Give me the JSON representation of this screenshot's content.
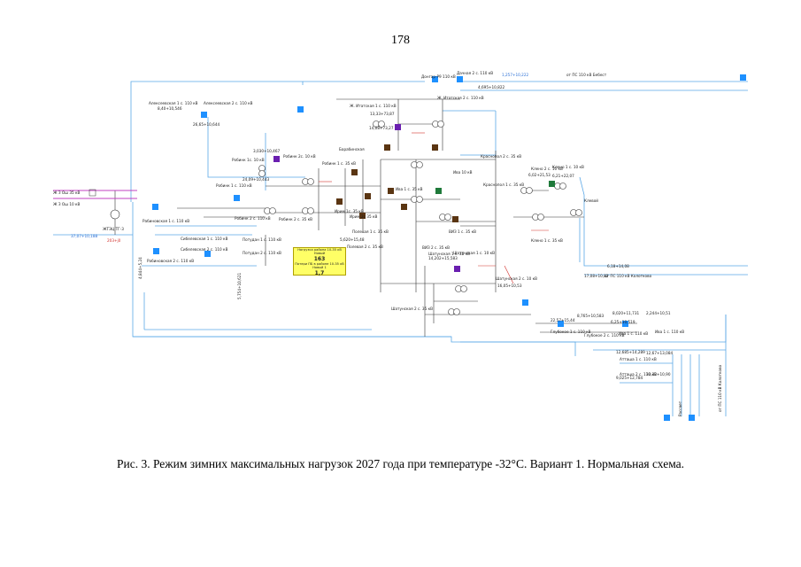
{
  "page_number": "178",
  "caption": "Рис. 3. Режим зимних максимальных нагрузок 2027 года при температуре -32°C. Вариант 1. Нормальная схема.",
  "summary_box": {
    "title": "Нагрузка района 10-35 кВ Новый",
    "value1": "163",
    "subtitle": "Потери ПБ в районе 10-35 кВ Новый 1",
    "value2": "1,7"
  },
  "labels": [
    {
      "id": "donovo-r9",
      "text": "Донгар-Р9 110 кВ"
    },
    {
      "id": "dachnaya",
      "text": "Дачная 2 с. 110 кВ"
    },
    {
      "id": "fl1",
      "text": "1,257+10,222"
    },
    {
      "id": "fl2",
      "text": "от ПС 110 кВ Бебест"
    },
    {
      "id": "fl3",
      "text": "4,695+10,822"
    },
    {
      "id": "aleks1",
      "text": "Алексеевская 1 с. 110 кВ"
    },
    {
      "id": "aleks2",
      "text": "Алексеевская 2 с. 110 кВ"
    },
    {
      "id": "fl4",
      "text": "8,40+10,546"
    },
    {
      "id": "fl5",
      "text": "26,65+10,644"
    },
    {
      "id": "it1",
      "text": "Ж. Итатская 1 с. 110 кВ"
    },
    {
      "id": "it2",
      "text": "Ж. Итатская 2 с. 110 кВ"
    },
    {
      "id": "fl6",
      "text": "13,33+73,87"
    },
    {
      "id": "fl7",
      "text": "14,08+73,27"
    },
    {
      "id": "bar",
      "text": "Барабинская"
    },
    {
      "id": "rob1",
      "text": "Робинк 1с. 10 кВ"
    },
    {
      "id": "rob2",
      "text": "Робинк 2с. 10 кВ"
    },
    {
      "id": "robk1",
      "text": "Робинк 1 с. 35 кВ"
    },
    {
      "id": "robk2",
      "text": "Робинк 2 с. 35 кВ"
    },
    {
      "id": "fl8",
      "text": "3,030+10,467"
    },
    {
      "id": "fl9",
      "text": "24,09+10,443"
    },
    {
      "id": "rob110a",
      "text": "Робинк 1 с. 110 кВ"
    },
    {
      "id": "rob110b",
      "text": "Робинк 2 с. 110 кВ"
    },
    {
      "id": "irim1",
      "text": "Ирим 1с. 35 кВ"
    },
    {
      "id": "irim2",
      "text": "Ирим 2с 35 кВ"
    },
    {
      "id": "iva35",
      "text": "Ива 1 с. 35 кВ"
    },
    {
      "id": "iva10",
      "text": "Ива 10 кВ"
    },
    {
      "id": "kraspol",
      "text": "Краснопол 2 с. 35 кВ"
    },
    {
      "id": "kraspol1",
      "text": "Краснопол 1 с. 35 кВ"
    },
    {
      "id": "klevo2",
      "text": "Клено 2 с. 10 кВ"
    },
    {
      "id": "klevo1",
      "text": "Клено 1 с. 10 кВ"
    },
    {
      "id": "klevo35",
      "text": "Клено 1 с. 35 кВ"
    },
    {
      "id": "fl10",
      "text": "6,02+21,53"
    },
    {
      "id": "fl11",
      "text": "6,21+22,07"
    },
    {
      "id": "zab",
      "text": "Ж З Ош 35 кВ"
    },
    {
      "id": "zab2",
      "text": "Ж З Ош 10 кВ"
    },
    {
      "id": "ts",
      "text": "ЖТЭЦ ТГ-3"
    },
    {
      "id": "fl12",
      "text": "37,07+10,188"
    },
    {
      "id": "fl13",
      "text": "203+j0"
    },
    {
      "id": "rabin1",
      "text": "Рабиновская 1 с. 110 кВ"
    },
    {
      "id": "rabin2",
      "text": "Рабиновская 2 с. 110 кВ"
    },
    {
      "id": "sib1",
      "text": "Сибелевская 1 с. 110 кВ"
    },
    {
      "id": "sib2",
      "text": "Сибелевская 2 с. 110 кВ"
    },
    {
      "id": "pot1",
      "text": "Потудан 1 с. 110 кВ"
    },
    {
      "id": "pot2",
      "text": "Потудан 2 с. 110 кВ"
    },
    {
      "id": "fl14",
      "text": "5,754+10,621"
    },
    {
      "id": "fl15",
      "text": "4,844+5,24"
    },
    {
      "id": "pol1",
      "text": "Полевая 1 с. 35 кВ"
    },
    {
      "id": "pol2",
      "text": "Полевая 2 с. 35 кВ"
    },
    {
      "id": "fl16",
      "text": "5,620+15,48"
    },
    {
      "id": "vi3",
      "text": "ВИЗ 1 с. 35 кВ"
    },
    {
      "id": "vi3b",
      "text": "ВИЗ 2 с. 35 кВ"
    },
    {
      "id": "shat1",
      "text": "Шатунская 1 с. 35 кВ"
    },
    {
      "id": "shat2",
      "text": "Шатунская 2 с. 35 кВ"
    },
    {
      "id": "shat10",
      "text": "Шатунская 1 с. 10 кВ"
    },
    {
      "id": "shat10b",
      "text": "Шатунская 2 с. 10 кВ"
    },
    {
      "id": "fl17",
      "text": "14,202+15,583"
    },
    {
      "id": "fl18",
      "text": "16,05+10,53"
    },
    {
      "id": "glub1",
      "text": "Глубокое 1 с. 110 кВ"
    },
    {
      "id": "glub2",
      "text": "Глубокое 2 с. 110 кВ"
    },
    {
      "id": "iva110",
      "text": "Ива 1 с. 110 кВ"
    },
    {
      "id": "iva110b",
      "text": "Ива 1 с. 110 кВ"
    },
    {
      "id": "fl19",
      "text": "8,765+10,583"
    },
    {
      "id": "fl20",
      "text": "22,57+15,44"
    },
    {
      "id": "fl21",
      "text": "8,020+11,731"
    },
    {
      "id": "fl22",
      "text": "2,244+10,51"
    },
    {
      "id": "fl23",
      "text": "6,25+10,519"
    },
    {
      "id": "tt1",
      "text": "Атташа 1 с. 110 кВ"
    },
    {
      "id": "tt2",
      "text": "Атташа 2 с. 110 кВ"
    },
    {
      "id": "fl24",
      "text": "12,685+14,289"
    },
    {
      "id": "fl25",
      "text": "9,025+12,784"
    },
    {
      "id": "fl26",
      "text": "12,67+13,084"
    },
    {
      "id": "fl27",
      "text": "33,32+10,90"
    },
    {
      "id": "kol",
      "text": "от ПС 110 кВ Колотково"
    },
    {
      "id": "kol2",
      "text": "от ПС 110 кВ Колотково"
    },
    {
      "id": "fl28",
      "text": "6,18+14,08"
    },
    {
      "id": "fl29",
      "text": "17,08+10,82"
    },
    {
      "id": "ras",
      "text": "Рассвет"
    },
    {
      "id": "klevo",
      "text": "Клевой"
    }
  ],
  "colors": {
    "line": "#5aa7e6",
    "line_dark": "#333333",
    "text_blue": "#2a6fd6",
    "text_red": "#d2322d",
    "node_blue": "#1e90ff",
    "node_brown": "#5a3512",
    "node_purple": "#6a1fb0",
    "node_green": "#1f7a3a",
    "bus_magenta": "#c040c0",
    "summary_bg": "#ffff66"
  }
}
